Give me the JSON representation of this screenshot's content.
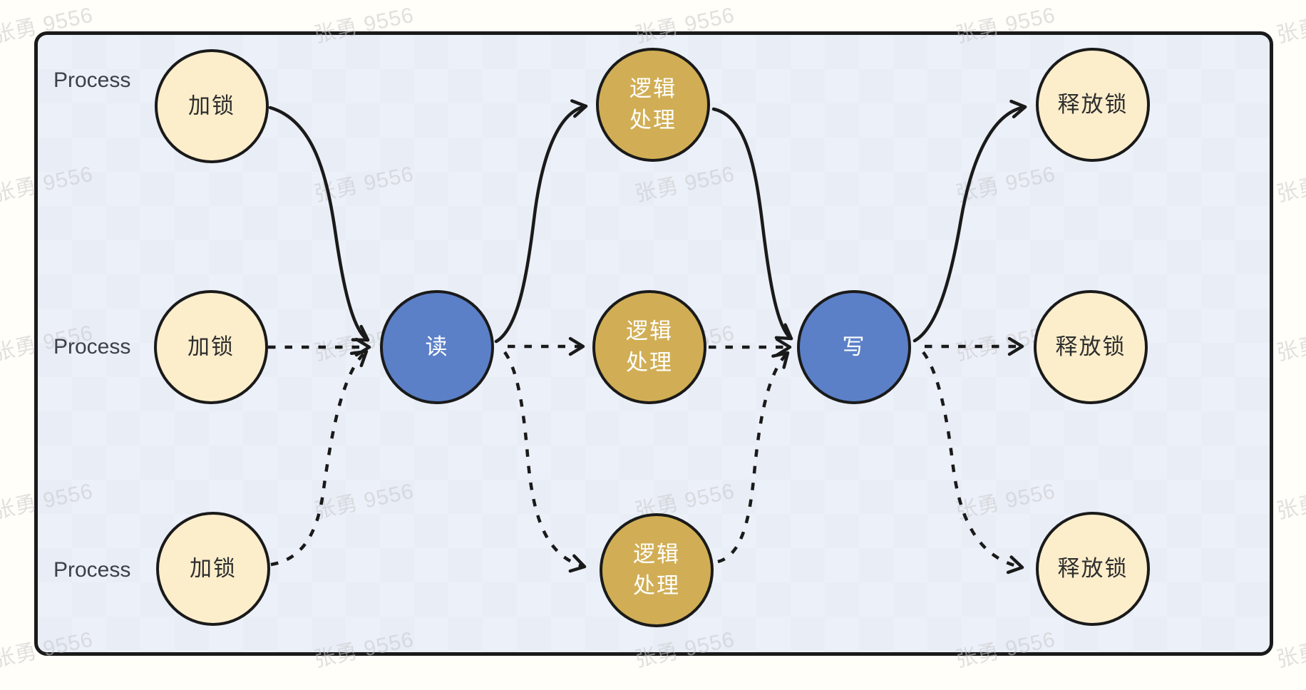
{
  "watermark": {
    "text": "张勇 9556"
  },
  "rows": [
    {
      "label": "Process"
    },
    {
      "label": "Process"
    },
    {
      "label": "Process"
    }
  ],
  "nodes": {
    "lock_row1": {
      "label": "加锁"
    },
    "lock_row2": {
      "label": "加锁"
    },
    "lock_row3": {
      "label": "加锁"
    },
    "read": {
      "label": "读"
    },
    "logic_row1": {
      "label": "逻辑处理"
    },
    "logic_row2": {
      "label": "逻辑处理"
    },
    "logic_row3": {
      "label": "逻辑处理"
    },
    "write": {
      "label": "写"
    },
    "release_row1": {
      "label": "释放锁"
    },
    "release_row2": {
      "label": "释放锁"
    },
    "release_row3": {
      "label": "释放锁"
    }
  },
  "edges": [
    {
      "from": "lock_row1",
      "to": "read",
      "style": "solid"
    },
    {
      "from": "lock_row2",
      "to": "read",
      "style": "dashed"
    },
    {
      "from": "lock_row3",
      "to": "read",
      "style": "dashed"
    },
    {
      "from": "read",
      "to": "logic_row1",
      "style": "solid"
    },
    {
      "from": "read",
      "to": "logic_row2",
      "style": "dashed"
    },
    {
      "from": "read",
      "to": "logic_row3",
      "style": "dashed"
    },
    {
      "from": "logic_row1",
      "to": "write",
      "style": "solid"
    },
    {
      "from": "logic_row2",
      "to": "write",
      "style": "dashed"
    },
    {
      "from": "logic_row3",
      "to": "write",
      "style": "dashed"
    },
    {
      "from": "write",
      "to": "release_row1",
      "style": "solid"
    },
    {
      "from": "write",
      "to": "release_row2",
      "style": "dashed"
    },
    {
      "from": "write",
      "to": "release_row3",
      "style": "dashed"
    }
  ],
  "colors": {
    "cream": "#fceecb",
    "gold": "#d1ae55",
    "blue": "#5b80c7",
    "outline": "#1a1a1a",
    "canvas": "#ecf0f9",
    "canvas_alt": "#e8edf6",
    "label_text": "#3c4049",
    "watermark": "#c9c9c9"
  }
}
